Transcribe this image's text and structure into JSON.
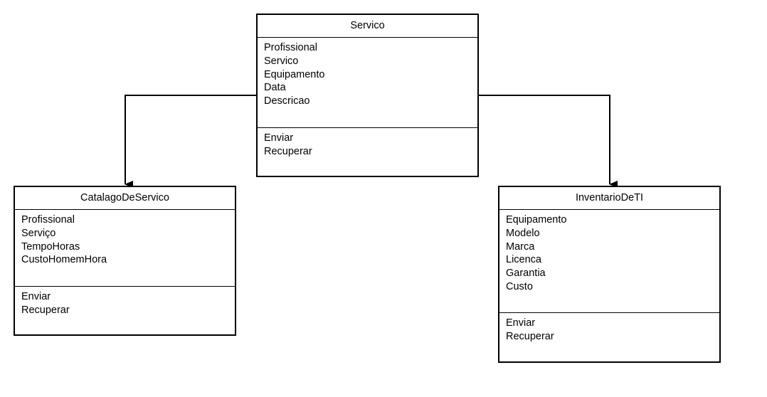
{
  "diagram": {
    "classes": {
      "servico": {
        "name": "Servico",
        "attributes": [
          "Profissional",
          "Servico",
          "Equipamento",
          "Data",
          "Descricao"
        ],
        "methods": [
          "Enviar",
          "Recuperar"
        ]
      },
      "catalago": {
        "name": "CatalagoDeServico",
        "attributes": [
          "Profissional",
          "Serviço",
          "TempoHoras",
          "CustoHomemHora"
        ],
        "methods": [
          "Enviar",
          "Recuperar"
        ]
      },
      "inventario": {
        "name": "InventarioDeTI",
        "attributes": [
          "Equipamento",
          "Modelo",
          "Marca",
          "Licenca",
          "Garantia",
          "Custo"
        ],
        "methods": [
          "Enviar",
          "Recuperar"
        ]
      }
    },
    "connections": [
      {
        "from": "Servico",
        "to": "CatalagoDeServico",
        "style": "arrow"
      },
      {
        "from": "Servico",
        "to": "InventarioDeTI",
        "style": "arrow"
      }
    ],
    "colors": {
      "stroke": "#000000",
      "background": "#ffffff"
    }
  }
}
